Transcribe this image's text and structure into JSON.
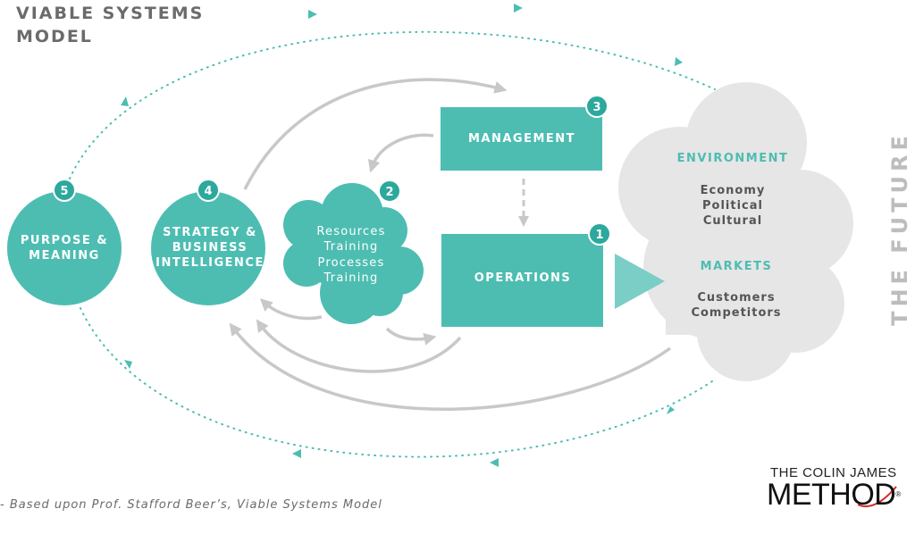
{
  "title_lines": [
    "VIABLE SYSTEMS",
    "MODEL"
  ],
  "future_label": "THE FUTURE",
  "footnote": "- Based upon Prof. Stafford Beer’s, Viable Systems Model",
  "logo": {
    "top": "THE COLIN JAMES",
    "main": "METHOD",
    "mark": "®"
  },
  "nodes": {
    "purpose": {
      "number": "5",
      "lines": [
        "PURPOSE &",
        "MEANING"
      ]
    },
    "strategy": {
      "number": "4",
      "lines": [
        "STRATEGY &",
        "BUSINESS",
        "INTELLIGENCE"
      ]
    },
    "resources": {
      "number": "2",
      "lines": [
        "Resources",
        "Training",
        "Processes",
        "Training"
      ]
    },
    "management": {
      "number": "3",
      "label": "MANAGEMENT"
    },
    "operations": {
      "number": "1",
      "label": "OPERATIONS"
    }
  },
  "environment": {
    "heading1": "ENVIRONMENT",
    "items1": [
      "Economy",
      "Political",
      "Cultural"
    ],
    "heading2": "MARKETS",
    "items2": [
      "Customers",
      "Competitors"
    ]
  },
  "colors": {
    "teal": "#4dbdb2",
    "arrow_grey": "#c8c8c8",
    "cloud_grey": "#e6e6e6",
    "text_grey": "#555555"
  }
}
